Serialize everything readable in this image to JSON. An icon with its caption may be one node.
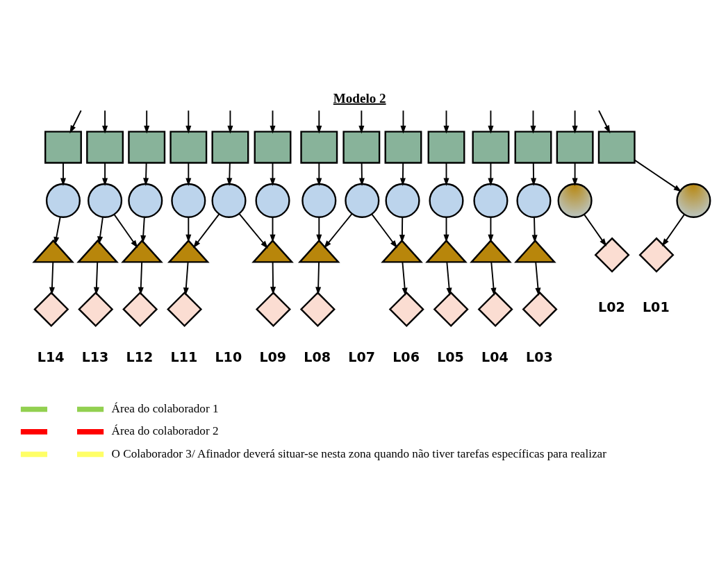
{
  "diagram": {
    "title": "Modelo 2",
    "nodes": [
      {
        "text": [],
        "shape": "box"
      },
      {
        "text": [],
        "shape": "box"
      },
      {
        "text": [],
        "shape": "box"
      },
      {
        "text": [],
        "shape": "box"
      },
      {
        "text": [],
        "shape": "box"
      },
      {
        "text": [],
        "shape": "box"
      },
      {
        "text": [],
        "shape": "box"
      },
      {
        "text": [],
        "shape": "box"
      },
      {
        "text": [],
        "shape": "box"
      },
      {
        "text": [],
        "shape": "box"
      },
      {
        "text": [],
        "shape": "box"
      },
      {
        "text": [],
        "shape": "box"
      },
      {
        "text": [],
        "shape": "box"
      },
      {
        "text": [],
        "shape": "box"
      },
      {
        "text": [],
        "shape": "circle"
      },
      {
        "text": [],
        "shape": "circle"
      },
      {
        "text": [],
        "shape": "circle"
      },
      {
        "text": [],
        "shape": "circle"
      },
      {
        "text": [],
        "shape": "circle"
      },
      {
        "text": [],
        "shape": "circle"
      },
      {
        "text": [],
        "shape": "circle"
      },
      {
        "text": [],
        "shape": "circle"
      },
      {
        "text": [],
        "shape": "circle"
      },
      {
        "text": [],
        "shape": "circle"
      },
      {
        "text": [],
        "shape": "circle"
      },
      {
        "text": [],
        "shape": "circle"
      },
      {
        "text": [],
        "shape": "circle"
      },
      {
        "text": [],
        "shape": "circle"
      },
      {
        "text": [],
        "shape": "triangle"
      },
      {
        "text": [],
        "shape": "triangle"
      },
      {
        "text": [],
        "shape": "triangle"
      },
      {
        "text": [],
        "shape": "triangle"
      },
      {
        "text": [],
        "shape": "triangle"
      },
      {
        "text": [],
        "shape": "triangle"
      },
      {
        "text": [],
        "shape": "triangle"
      },
      {
        "text": [],
        "shape": "triangle"
      },
      {
        "text": [],
        "shape": "triangle"
      },
      {
        "text": [],
        "shape": "triangle"
      },
      {
        "text": [],
        "shape": "diamond",
        "beside": [
          "L14"
        ]
      },
      {
        "text": [],
        "shape": "diamond",
        "beside": [
          "L13"
        ]
      },
      {
        "text": [],
        "shape": "diamond",
        "beside": [
          "L12"
        ]
      },
      {
        "text": [],
        "shape": "diamond",
        "beside": [
          "L11"
        ]
      },
      {
        "text": [],
        "shape": "diamond",
        "beside": [
          "L09"
        ]
      },
      {
        "text": [],
        "shape": "diamond",
        "beside": [
          "L08"
        ]
      },
      {
        "text": [],
        "shape": "diamond",
        "beside": [
          "L06"
        ]
      },
      {
        "text": [],
        "shape": "diamond",
        "beside": [
          "L05"
        ]
      },
      {
        "text": [],
        "shape": "diamond",
        "beside": [
          "L04"
        ]
      },
      {
        "text": [],
        "shape": "diamond",
        "beside": [
          "L03"
        ]
      },
      {
        "text": [],
        "shape": "diamond",
        "beside": [
          "L02"
        ]
      },
      {
        "text": [],
        "shape": "diamond",
        "beside": [
          "L01"
        ]
      }
    ],
    "edges": [
      {
        "from": null,
        "to": 0,
        "arrow": "to"
      },
      {
        "from": null,
        "to": 1,
        "arrow": "to"
      },
      {
        "from": null,
        "to": 2,
        "arrow": "to"
      },
      {
        "from": null,
        "to": 3,
        "arrow": "to"
      },
      {
        "from": null,
        "to": 4,
        "arrow": "to"
      },
      {
        "from": null,
        "to": 5,
        "arrow": "to"
      },
      {
        "from": null,
        "to": 6,
        "arrow": "to"
      },
      {
        "from": null,
        "to": 7,
        "arrow": "to"
      },
      {
        "from": null,
        "to": 8,
        "arrow": "to"
      },
      {
        "from": null,
        "to": 9,
        "arrow": "to"
      },
      {
        "from": null,
        "to": 10,
        "arrow": "to"
      },
      {
        "from": null,
        "to": 11,
        "arrow": "to"
      },
      {
        "from": null,
        "to": 12,
        "arrow": "to"
      },
      {
        "from": null,
        "to": 13,
        "arrow": "to"
      },
      {
        "from": 0,
        "to": 14,
        "arrow": "to"
      },
      {
        "from": 1,
        "to": 15,
        "arrow": "to"
      },
      {
        "from": 2,
        "to": 16,
        "arrow": "to"
      },
      {
        "from": 3,
        "to": 17,
        "arrow": "to"
      },
      {
        "from": 4,
        "to": 18,
        "arrow": "to"
      },
      {
        "from": 5,
        "to": 19,
        "arrow": "to"
      },
      {
        "from": 6,
        "to": 20,
        "arrow": "to"
      },
      {
        "from": 7,
        "to": 21,
        "arrow": "to"
      },
      {
        "from": 8,
        "to": 22,
        "arrow": "to"
      },
      {
        "from": 9,
        "to": 23,
        "arrow": "to"
      },
      {
        "from": 10,
        "to": 24,
        "arrow": "to"
      },
      {
        "from": 11,
        "to": 25,
        "arrow": "to"
      },
      {
        "from": 12,
        "to": 26,
        "arrow": "to"
      },
      {
        "from": 13,
        "to": 27,
        "arrow": "to"
      },
      {
        "from": 14,
        "to": 28,
        "arrow": "to"
      },
      {
        "from": 15,
        "to": 29,
        "arrow": "to"
      },
      {
        "from": 15,
        "to": 30,
        "arrow": "to"
      },
      {
        "from": 16,
        "to": 30,
        "arrow": "to"
      },
      {
        "from": 17,
        "to": 31,
        "arrow": "to"
      },
      {
        "from": 18,
        "to": 31,
        "arrow": "to"
      },
      {
        "from": 18,
        "to": 32,
        "arrow": "to"
      },
      {
        "from": 19,
        "to": 32,
        "arrow": "to"
      },
      {
        "from": 20,
        "to": 33,
        "arrow": "to"
      },
      {
        "from": 21,
        "to": 33,
        "arrow": "to"
      },
      {
        "from": 21,
        "to": 34,
        "arrow": "to"
      },
      {
        "from": 22,
        "to": 34,
        "arrow": "to"
      },
      {
        "from": 23,
        "to": 35,
        "arrow": "to"
      },
      {
        "from": 24,
        "to": 36,
        "arrow": "to"
      },
      {
        "from": 25,
        "to": 37,
        "arrow": "to"
      },
      {
        "from": 26,
        "to": 48,
        "arrow": "to"
      },
      {
        "from": 27,
        "to": 49,
        "arrow": "to"
      },
      {
        "from": 28,
        "to": 38,
        "arrow": "to"
      },
      {
        "from": 29,
        "to": 39,
        "arrow": "to"
      },
      {
        "from": 30,
        "to": 40,
        "arrow": "to"
      },
      {
        "from": 31,
        "to": 41,
        "arrow": "to"
      },
      {
        "from": 32,
        "to": 42,
        "arrow": "to"
      },
      {
        "from": 33,
        "to": 43,
        "arrow": "to"
      },
      {
        "from": 34,
        "to": 44,
        "arrow": "to"
      },
      {
        "from": 35,
        "to": 45,
        "arrow": "to"
      },
      {
        "from": 36,
        "to": 46,
        "arrow": "to"
      },
      {
        "from": 37,
        "to": 47,
        "arrow": "to"
      }
    ],
    "labels": [
      "L10",
      "L07"
    ],
    "legend": [
      {
        "text": "Área do colaborador 1",
        "color": "#92d050"
      },
      {
        "text": "Área do colaborador 2",
        "color": "#ff0000"
      },
      {
        "text": "O Colaborador 3/ Afinador deverá situar-se nesta zona quando não tiver tarefas específicas para realizar",
        "color": "#ffff66"
      }
    ]
  }
}
